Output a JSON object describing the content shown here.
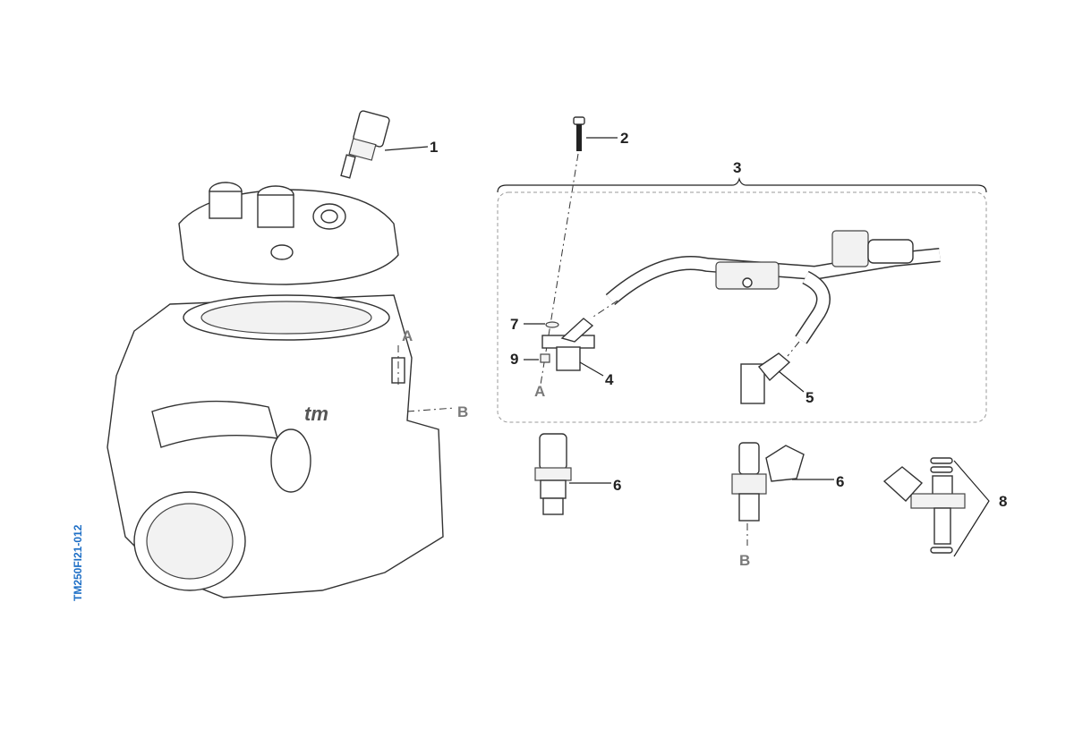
{
  "diagram": {
    "drawing_code": "TM250FI21-012",
    "callouts": {
      "c1": "1",
      "c2": "2",
      "c3": "3",
      "c4": "4",
      "c5": "5",
      "c6a": "6",
      "c6b": "6",
      "c7": "7",
      "c8": "8",
      "c9": "9"
    },
    "references": {
      "a_cylinder": "A",
      "b_cylinder": "B",
      "a_bracket": "A",
      "b_injector": "B"
    },
    "colors": {
      "code": "#1e6fc6",
      "lines": "#333333",
      "reference": "#7a7a7a"
    }
  }
}
